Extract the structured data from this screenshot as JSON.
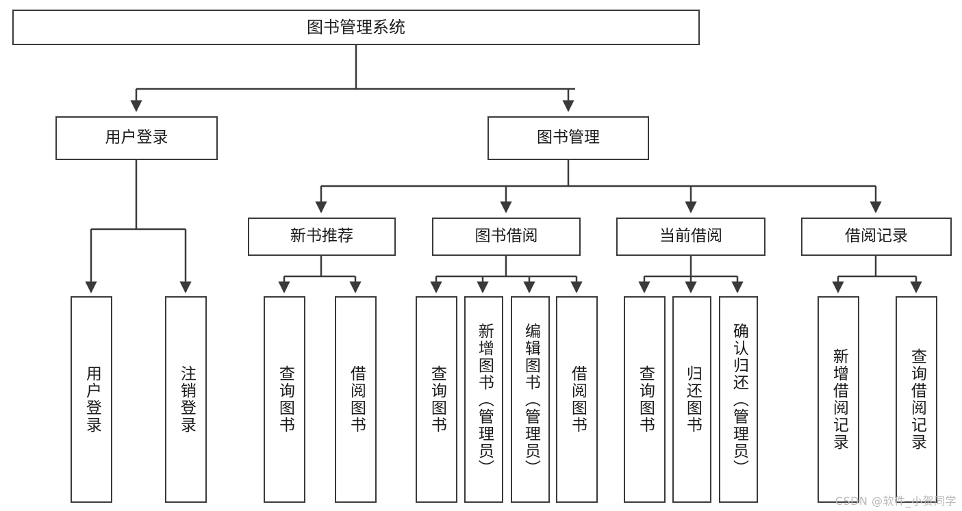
{
  "diagram": {
    "title": "图书管理系统",
    "type": "tree-hierarchy",
    "watermark": "CSDN @软件_小贺同学",
    "colors": {
      "node_border": "#3a3a3a",
      "node_fill": "#ffffff",
      "connector": "#3a3a3a",
      "text": "#1b1b1b",
      "watermark": "#b9b9b9"
    },
    "nodes": {
      "root": {
        "label": "图书管理系统"
      },
      "level2": [
        {
          "id": "user-login",
          "label": "用户登录"
        },
        {
          "id": "book-manage",
          "label": "图书管理"
        }
      ],
      "level3": [
        {
          "id": "new-book-recommend",
          "label": "新书推荐"
        },
        {
          "id": "book-borrow",
          "label": "图书借阅"
        },
        {
          "id": "current-borrow",
          "label": "当前借阅"
        },
        {
          "id": "borrow-record",
          "label": "借阅记录"
        }
      ],
      "leaves": [
        {
          "id": "leaf-user-login",
          "label": "用户登录",
          "parent": "user-login"
        },
        {
          "id": "leaf-user-logout",
          "label": "注销登录",
          "parent": "user-login"
        },
        {
          "id": "leaf-query-book-1",
          "label": "查询图书",
          "parent": "new-book-recommend"
        },
        {
          "id": "leaf-borrow-book-1",
          "label": "借阅图书",
          "parent": "new-book-recommend"
        },
        {
          "id": "leaf-query-book-2",
          "label": "查询图书",
          "parent": "book-borrow"
        },
        {
          "id": "leaf-add-book",
          "label": "新增图书（管理员）",
          "parent": "book-borrow"
        },
        {
          "id": "leaf-edit-book",
          "label": "编辑图书（管理员）",
          "parent": "book-borrow"
        },
        {
          "id": "leaf-borrow-book-2",
          "label": "借阅图书",
          "parent": "book-borrow"
        },
        {
          "id": "leaf-query-book-3",
          "label": "查询图书",
          "parent": "current-borrow"
        },
        {
          "id": "leaf-return-book",
          "label": "归还图书",
          "parent": "current-borrow"
        },
        {
          "id": "leaf-confirm-return",
          "label": "确认归还（管理员）",
          "parent": "current-borrow"
        },
        {
          "id": "leaf-add-record",
          "label": "新增借阅记录",
          "parent": "borrow-record"
        },
        {
          "id": "leaf-query-record",
          "label": "查询借阅记录",
          "parent": "borrow-record"
        }
      ]
    }
  }
}
